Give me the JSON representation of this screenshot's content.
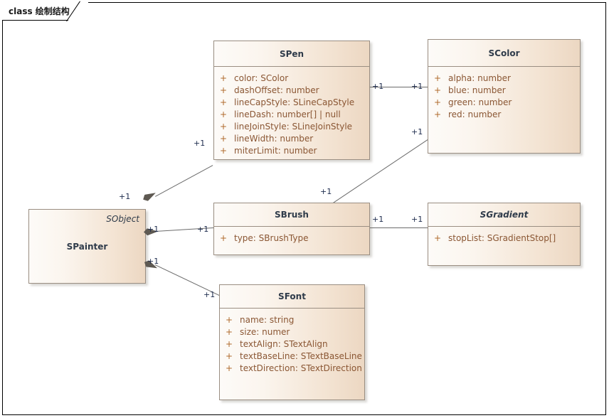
{
  "diagram": {
    "tab_label": "class 绘制结构",
    "type": "uml-class-diagram",
    "background": "#ffffff",
    "border_color": "#000000",
    "colors": {
      "class_border": "#9a8e82",
      "class_fill_light": "#fdfbf8",
      "class_fill_dark": "#ecd7c2",
      "title_text": "#2f3b4a",
      "attribute_text": "#8a5633",
      "visibility_text": "#b06a2c",
      "connector": "#6b6b6b",
      "diamond": "#5e5952",
      "multiplicity_text": "#1d2b4d"
    }
  },
  "classes": [
    {
      "id": "spainter",
      "name": "SPainter",
      "stereotype": "SObject",
      "abstract": false,
      "attributes": []
    },
    {
      "id": "spen",
      "name": "SPen",
      "abstract": false,
      "attributes": [
        {
          "visibility": "+",
          "signature": "color: SColor"
        },
        {
          "visibility": "+",
          "signature": "dashOffset: number"
        },
        {
          "visibility": "+",
          "signature": "lineCapStyle: SLineCapStyle"
        },
        {
          "visibility": "+",
          "signature": "lineDash: number[] | null"
        },
        {
          "visibility": "+",
          "signature": "lineJoinStyle: SLineJoinStyle"
        },
        {
          "visibility": "+",
          "signature": "lineWidth: number"
        },
        {
          "visibility": "+",
          "signature": "miterLimit: number"
        }
      ]
    },
    {
      "id": "scolor",
      "name": "SColor",
      "abstract": false,
      "attributes": [
        {
          "visibility": "+",
          "signature": "alpha: number"
        },
        {
          "visibility": "+",
          "signature": "blue: number"
        },
        {
          "visibility": "+",
          "signature": "green: number"
        },
        {
          "visibility": "+",
          "signature": "red: number"
        }
      ]
    },
    {
      "id": "sbrush",
      "name": "SBrush",
      "abstract": false,
      "attributes": [
        {
          "visibility": "+",
          "signature": "type: SBrushType"
        }
      ]
    },
    {
      "id": "sgradient",
      "name": "SGradient",
      "abstract": true,
      "attributes": [
        {
          "visibility": "+",
          "signature": "stopList: SGradientStop[]"
        }
      ]
    },
    {
      "id": "sfont",
      "name": "SFont",
      "abstract": false,
      "attributes": [
        {
          "visibility": "+",
          "signature": "name: string"
        },
        {
          "visibility": "+",
          "signature": "size: numer"
        },
        {
          "visibility": "+",
          "signature": "textAlign: STextAlign"
        },
        {
          "visibility": "+",
          "signature": "textBaseLine: STextBaseLine"
        },
        {
          "visibility": "+",
          "signature": "textDirection: STextDirection"
        }
      ]
    }
  ],
  "relationships": [
    {
      "id": "painter-pen",
      "from": "SPainter",
      "to": "SPen",
      "kind": "composition",
      "source_multiplicity": "+1",
      "target_multiplicity": "+1"
    },
    {
      "id": "painter-brush",
      "from": "SPainter",
      "to": "SBrush",
      "kind": "composition",
      "source_multiplicity": "+1",
      "target_multiplicity": "+1"
    },
    {
      "id": "painter-font",
      "from": "SPainter",
      "to": "SFont",
      "kind": "composition",
      "source_multiplicity": "+1",
      "target_multiplicity": "+1"
    },
    {
      "id": "pen-color",
      "from": "SPen",
      "to": "SColor",
      "kind": "association",
      "source_multiplicity": "+1",
      "target_multiplicity": "+1"
    },
    {
      "id": "brush-color",
      "from": "SBrush",
      "to": "SColor",
      "kind": "association",
      "source_multiplicity": "+1",
      "target_multiplicity": "+1"
    },
    {
      "id": "brush-gradient",
      "from": "SBrush",
      "to": "SGradient",
      "kind": "association",
      "source_multiplicity": "+1",
      "target_multiplicity": "+1"
    }
  ],
  "multiplicity_labels": {
    "pen_to_painter": "+1",
    "painter_to_pen": "+1",
    "pen_to_color": "+1",
    "color_to_pen": "+1",
    "color_to_brush": "+1",
    "brush_to_color": "+1",
    "painter_to_brush": "+1",
    "brush_to_painter": "+1",
    "brush_to_gradient": "+1",
    "gradient_to_brush": "+1",
    "painter_to_font": "+1",
    "font_to_painter": "+1"
  }
}
